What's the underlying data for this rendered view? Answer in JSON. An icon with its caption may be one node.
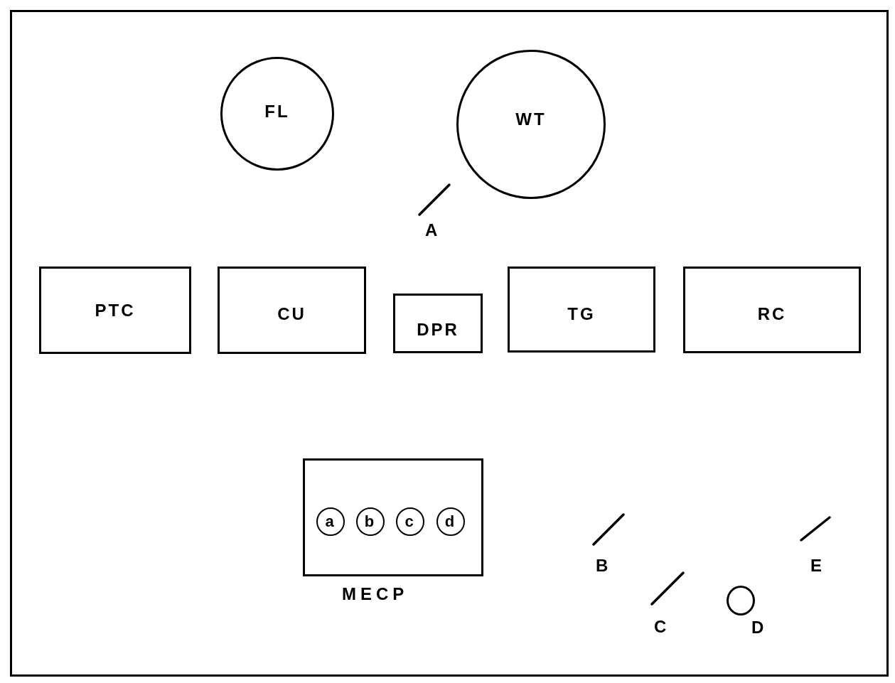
{
  "diagram": {
    "nodes": [
      {
        "text": [
          "FL"
        ]
      },
      {
        "text": [
          "WT"
        ]
      },
      {
        "text": [
          "PTC"
        ]
      },
      {
        "text": [
          "CU"
        ]
      },
      {
        "text": [
          "DPR"
        ]
      },
      {
        "text": [
          "TG"
        ]
      },
      {
        "text": [
          "RC"
        ]
      },
      {
        "text": [
          "MECP"
        ]
      },
      {
        "text": [
          "a"
        ],
        "in": 7
      },
      {
        "text": [
          "b"
        ],
        "in": 7
      },
      {
        "text": [
          "c"
        ],
        "in": 7
      },
      {
        "text": [
          "d"
        ],
        "in": 7
      },
      {
        "text": [
          "D"
        ]
      }
    ],
    "labels": [
      "A",
      "B",
      "C",
      "E"
    ]
  }
}
